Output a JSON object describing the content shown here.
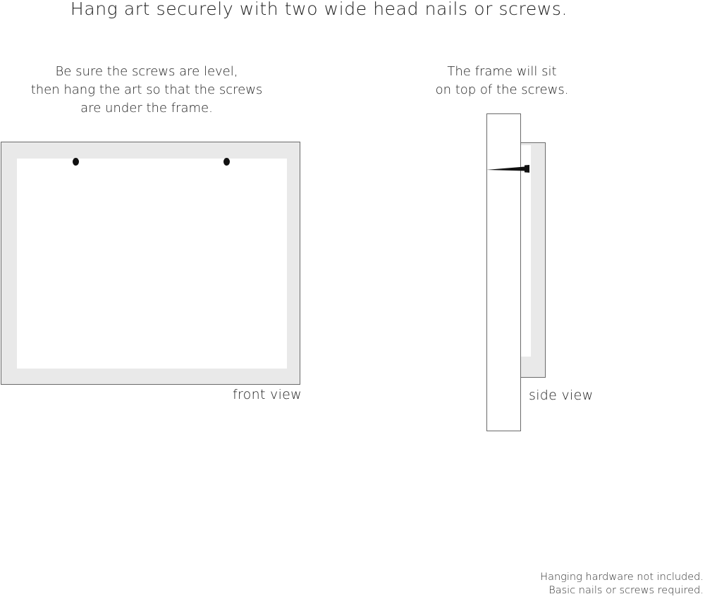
{
  "title": "Hang art securely with two wide head nails or screws.",
  "left_instructions": {
    "lines": [
      "Be sure the screws are level,",
      "then hang the art so that the screws",
      "are under the frame."
    ]
  },
  "right_instructions": {
    "lines": [
      "The frame will sit",
      "on top of the screws."
    ]
  },
  "front_view": {
    "label": "front view"
  },
  "side_view": {
    "label": "side view"
  },
  "footnote": {
    "lines": [
      "Hanging hardware not included.",
      "Basic nails or screws required."
    ]
  },
  "colors": {
    "frame_fill": "#e9e9e9",
    "outline": "#6a6a6a",
    "screw": "#111111",
    "background": "#ffffff"
  }
}
